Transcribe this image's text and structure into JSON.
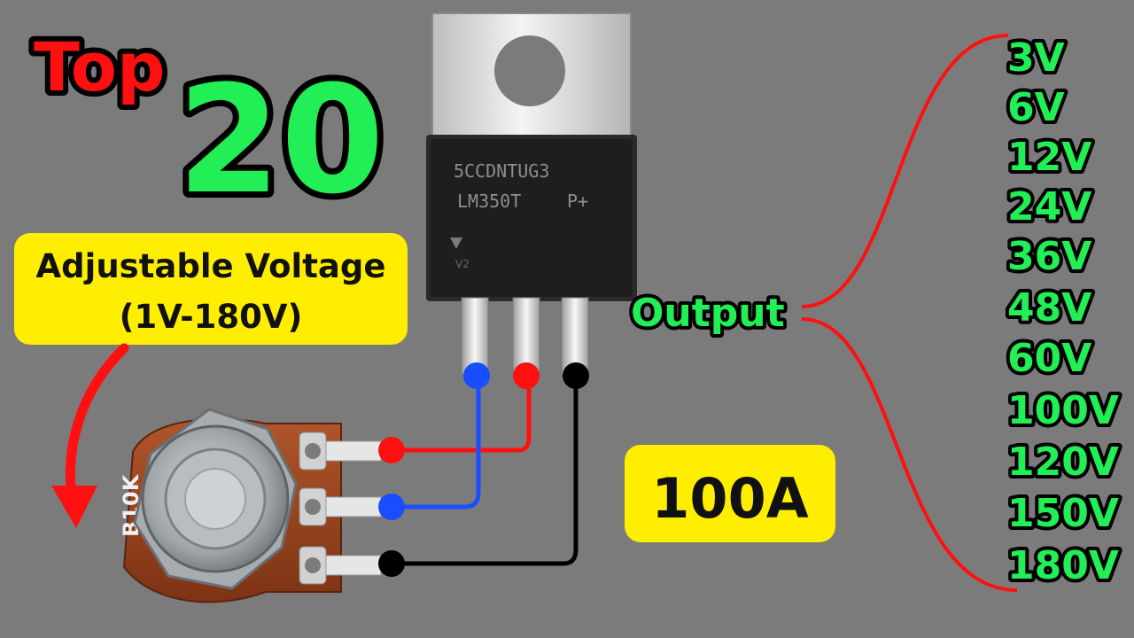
{
  "thumbnail": {
    "top_word": "Top",
    "top_number": "20",
    "adjustable_line1": "Adjustable Voltage",
    "adjustable_line2": "(1V-180V)",
    "chip_line1": "5CCDNTUG3",
    "chip_line2": "LM350T",
    "chip_suffix": "P+",
    "chip_mark": "V2",
    "pot_label": "B10K",
    "output_label": "Output",
    "current_label": "100A",
    "voltages": [
      "3V",
      "6V",
      "12V",
      "24V",
      "36V",
      "48V",
      "60V",
      "100V",
      "120V",
      "150V",
      "180V"
    ],
    "colors": {
      "background": "#7b7b7b",
      "title_red": "#ff1010",
      "title_green": "#22ee55",
      "badge_yellow": "#ffee00",
      "wire_red": "#ff1010",
      "wire_blue": "#1a4dff",
      "wire_black": "#000000"
    }
  }
}
